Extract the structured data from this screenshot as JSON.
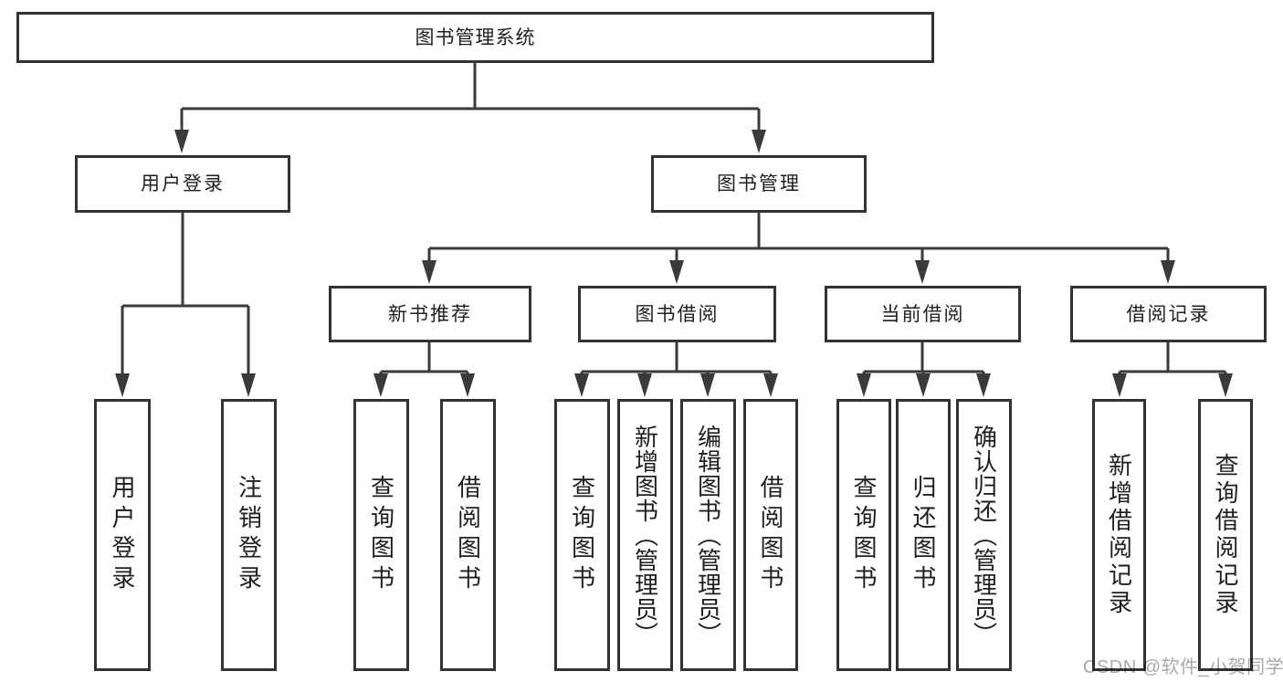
{
  "diagram": {
    "type": "tree",
    "tree": {
      "root": {
        "label": "图书管理系统"
      },
      "branches": [
        {
          "label": "用户登录",
          "children": [
            {
              "label": "用户登录"
            },
            {
              "label": "注销登录"
            }
          ]
        },
        {
          "label": "图书管理",
          "children": [
            {
              "label": "新书推荐",
              "children": [
                {
                  "label": "查询图书"
                },
                {
                  "label": "借阅图书"
                }
              ]
            },
            {
              "label": "图书借阅",
              "children": [
                {
                  "label": "查询图书"
                },
                {
                  "label": "新增图书（管理员）"
                },
                {
                  "label": "编辑图书（管理员）"
                },
                {
                  "label": "借阅图书"
                }
              ]
            },
            {
              "label": "当前借阅",
              "children": [
                {
                  "label": "查询图书"
                },
                {
                  "label": "归还图书"
                },
                {
                  "label": "确认归还（管理员）"
                }
              ]
            },
            {
              "label": "借阅记录",
              "children": [
                {
                  "label": "新增借阅记录"
                },
                {
                  "label": "查询借阅记录"
                }
              ]
            }
          ]
        }
      ]
    }
  },
  "watermark": {
    "text": "CSDN @软件_小贺同学"
  },
  "colors": {
    "line": "#3a3a3a",
    "box_border": "#333333",
    "text": "#1f1f1f",
    "watermark": "#a9a9a9",
    "background": "#ffffff"
  }
}
